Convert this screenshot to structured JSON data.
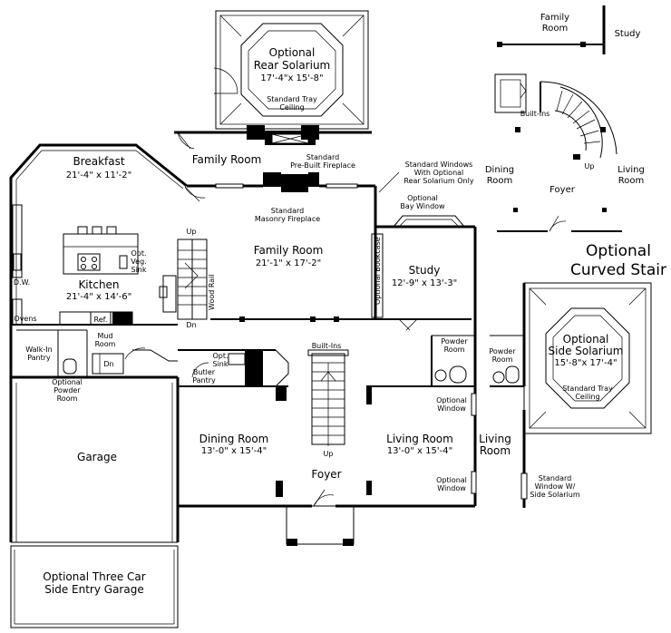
{
  "rooms": {
    "rear_solarium": {
      "name1": "Optional",
      "name2": "Rear Solarium",
      "dim": "17'-4\"x 15'-8\"",
      "ceiling1": "Standard Tray",
      "ceiling2": "Ceiling"
    },
    "family_room_upper": "Family Room",
    "breakfast": {
      "name": "Breakfast",
      "dim": "21'-4\" x 11'-2\""
    },
    "kitchen": {
      "name": "Kitchen",
      "dim": "21'-4\" x 14'-6\""
    },
    "family_room": {
      "name": "Family Room",
      "dim": "21'-1\" x 17'-2\""
    },
    "study": {
      "name": "Study",
      "dim": "12'-9\" x 13'-3\""
    },
    "dining_room": {
      "name": "Dining Room",
      "dim": "13'-0\" x 15'-4\""
    },
    "living_room": {
      "name": "Living Room",
      "dim": "13'-0\" x 15'-4\""
    },
    "foyer": "Foyer",
    "garage": "Garage",
    "three_car": {
      "line1": "Optional Three Car",
      "line2": "Side Entry Garage"
    },
    "side_solarium": {
      "name1": "Optional",
      "name2": "Side Solarium",
      "dim": "15'-8\"x 17'-4\"",
      "ceiling1": "Standard Tray",
      "ceiling2": "Ceiling"
    }
  },
  "labels": {
    "fireplace_std1": "Standard",
    "fireplace_std2": "Pre-Built Fireplace",
    "masonry1": "Standard",
    "masonry2": "Masonry Fireplace",
    "std_windows1": "Standard Windows",
    "std_windows2": "With Optional",
    "std_windows3": "Rear Solarium Only",
    "bay1": "Optional",
    "bay2": "Bay Window",
    "opt_bookcase": "Optional Bookcase",
    "veg_sink1": "Opt.",
    "veg_sink2": "Veg.",
    "veg_sink3": "Sink",
    "dw": "D.W.",
    "ovens": "Ovens",
    "ref": "Ref.",
    "walkin1": "Walk-In",
    "walkin2": "Pantry",
    "mud1": "Mud",
    "mud2": "Room",
    "dn": "Dn",
    "up": "Up",
    "wood_rail": "Wood Rail",
    "opt_powder1": "Optional",
    "opt_powder2": "Powder",
    "opt_powder3": "Room",
    "opt_sink1": "Opt.",
    "opt_sink2": "Sink",
    "butler1": "Butler",
    "butler2": "Pantry",
    "builtins": "Built-Ins",
    "powder1": "Powder",
    "powder2": "Room",
    "opt_window1": "Optional",
    "opt_window2": "Window"
  },
  "inset_stair": {
    "family_room1": "Family",
    "family_room2": "Room",
    "study": "Study",
    "builtins": "Built-Ins",
    "dining1": "Dining",
    "dining2": "Room",
    "foyer": "Foyer",
    "living1": "Living",
    "living2": "Room",
    "up": "Up",
    "title1": "Optional",
    "title2": "Curved Stair"
  },
  "inset_solarium": {
    "powder1": "Powder",
    "powder2": "Room",
    "living1": "Living",
    "living2": "Room",
    "std_window1": "Standard",
    "std_window2": "Window W/",
    "std_window3": "Side Solarium"
  }
}
